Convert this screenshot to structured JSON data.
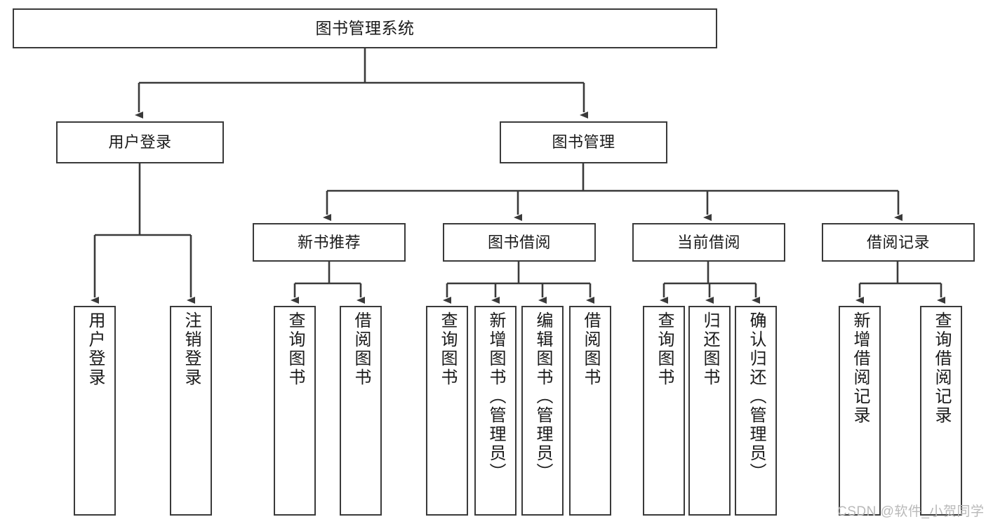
{
  "diagram": {
    "title": "图书管理系统",
    "type": "tree",
    "colors": {
      "box_border": "#3a3a3a",
      "box_fill": "#ffffff",
      "edge": "#3a3a3a",
      "text": "#1a1a1a",
      "background": "#ffffff",
      "watermark": "#b9b9b9"
    },
    "nodes": {
      "root": {
        "label": "图书管理系统"
      },
      "level2": [
        {
          "id": "user-login",
          "label": "用户登录"
        },
        {
          "id": "book-manage",
          "label": "图书管理"
        }
      ],
      "level3": [
        {
          "id": "new-book-recommend",
          "label": "新书推荐"
        },
        {
          "id": "book-borrow",
          "label": "图书借阅"
        },
        {
          "id": "current-borrow",
          "label": "当前借阅"
        },
        {
          "id": "borrow-record",
          "label": "借阅记录"
        }
      ],
      "leaves": {
        "user-login": [
          {
            "id": "leaf-user-login",
            "label": "用户登录"
          },
          {
            "id": "leaf-user-logout",
            "label": "注销登录"
          }
        ],
        "new-book-recommend": [
          {
            "id": "leaf-query-book-1",
            "label": "查询图书"
          },
          {
            "id": "leaf-borrow-book-1",
            "label": "借阅图书"
          }
        ],
        "book-borrow": [
          {
            "id": "leaf-query-book-2",
            "label": "查询图书"
          },
          {
            "id": "leaf-add-book",
            "label": "新增图书（管理员）"
          },
          {
            "id": "leaf-edit-book",
            "label": "编辑图书（管理员）"
          },
          {
            "id": "leaf-borrow-book-2",
            "label": "借阅图书"
          }
        ],
        "current-borrow": [
          {
            "id": "leaf-query-book-3",
            "label": "查询图书"
          },
          {
            "id": "leaf-return-book",
            "label": "归还图书"
          },
          {
            "id": "leaf-confirm-return",
            "label": "确认归还（管理员）"
          }
        ],
        "borrow-record": [
          {
            "id": "leaf-add-record",
            "label": "新增借阅记录"
          },
          {
            "id": "leaf-query-record",
            "label": "查询借阅记录"
          }
        ]
      }
    },
    "watermark": "CSDN @软件_小贺同学"
  }
}
